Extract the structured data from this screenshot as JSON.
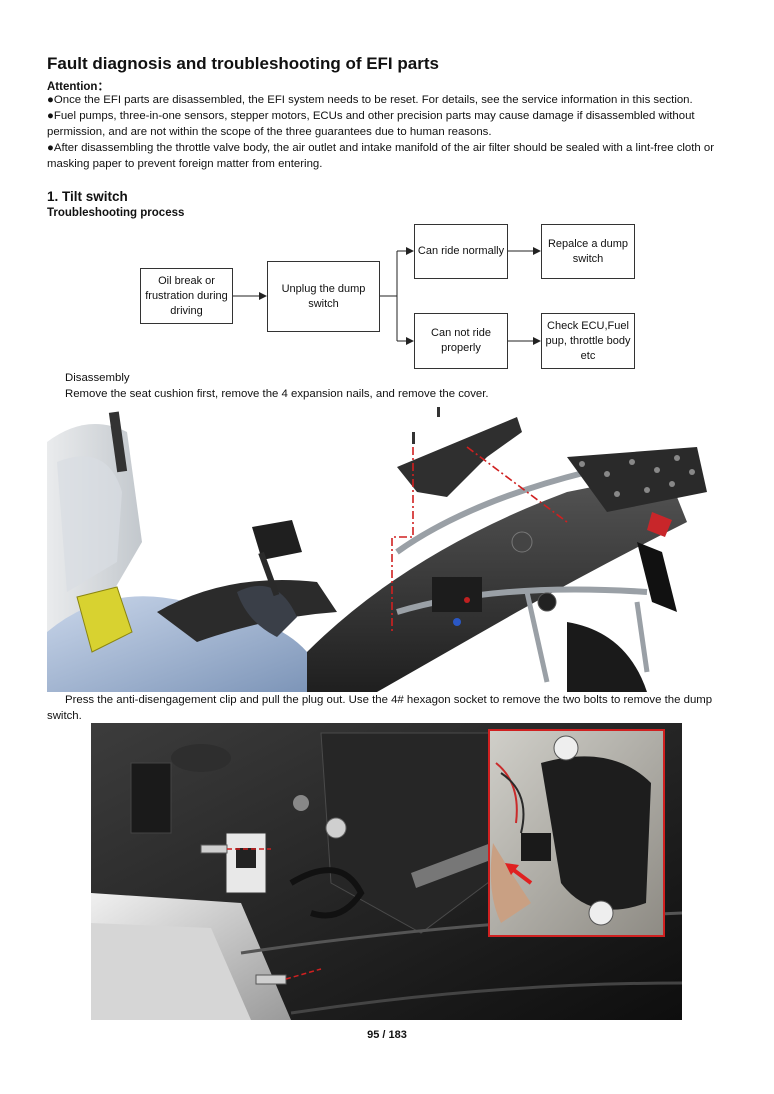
{
  "title": "Fault diagnosis and troubleshooting of EFI parts",
  "attention_label": "Attention：",
  "bullets": [
    "●Once the EFI parts are disassembled, the EFI system needs to be reset. For details, see the service information in this section.",
    "●Fuel pumps, three-in-one sensors, stepper motors, ECUs and other precision parts may cause damage if disassembled without permission, and are not within the scope of the three guarantees due to human reasons.",
    "●After disassembling the throttle valve body, the air outlet and intake manifold of the air filter should be sealed with a lint-free cloth or masking paper to prevent foreign matter from entering."
  ],
  "section_heading": "1. Tilt switch",
  "subsection_heading": "Troubleshooting process",
  "flowchart": {
    "start": "Oil break or frustration during driving",
    "step": "Unplug the dump switch",
    "branch_ok": "Can ride normally",
    "result_ok": "Repalce a dump switch",
    "branch_fail": "Can not ride properly",
    "result_fail": "Check ECU,Fuel pup, throttle body etc"
  },
  "disassembly_label": "Disassembly",
  "disassembly_text": "Remove the seat cushion first, remove the 4 expansion nails, and remove the cover.",
  "step2_text": "Press the anti-disengagement clip and pull the plug out. Use the 4# hexagon socket to remove the two bolts to remove the dump switch.",
  "page_number": "95  /  183"
}
